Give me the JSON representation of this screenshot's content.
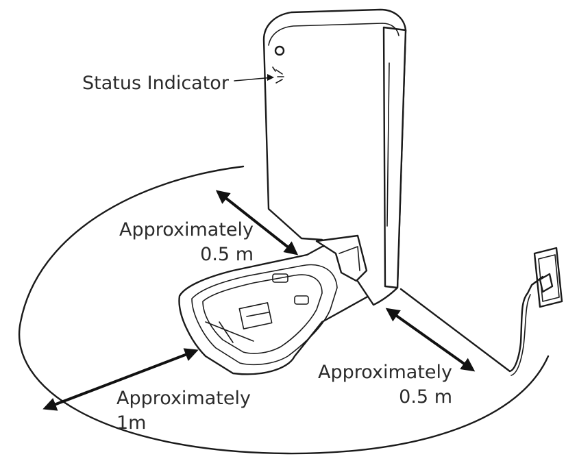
{
  "labels": {
    "status_indicator": "Status Indicator",
    "dist_left": {
      "line1": "Approximately",
      "line2": "0.5 m"
    },
    "dist_right": {
      "line1": "Approximately",
      "line2": "0.5 m"
    },
    "dist_front": {
      "line1": "Approximately",
      "line2": "1m"
    }
  },
  "colors": {
    "line": "#1a1a1a",
    "text": "#2b2b2b",
    "background": "#ffffff"
  }
}
